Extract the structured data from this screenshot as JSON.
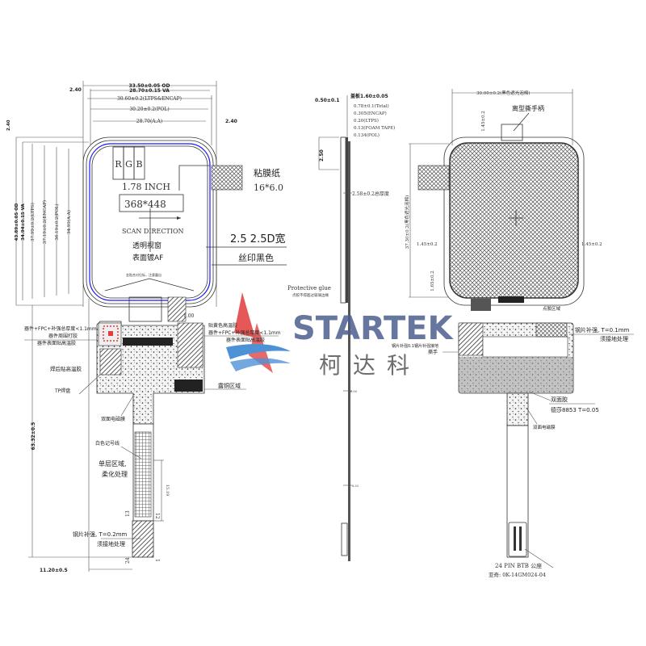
{
  "front_view": {
    "dims_top": [
      "33.50±0.05 OD",
      "28.70±0.15 VA",
      "30.60±0.2(LTPS&ENCAP)",
      "30.20±0.2(POL)",
      "28.70(A.A)"
    ],
    "dim_left_margin": "2.40",
    "dim_right_margin": "2.40",
    "dims_left": [
      "43.89±0.05 OD",
      "34.94±0.15 VA",
      "37.99±0.2(LTPS)",
      "37.19±0.2(ENCAP)",
      "36.19±0.2(POL)",
      "34.91(A.A)"
    ],
    "dim_left_top": "2.40",
    "rgb": [
      "R",
      "G",
      "B"
    ],
    "size": "1.78 INCH",
    "resolution": "368*448",
    "scan": "SCAN DIRECTION",
    "window_1": "透明视窗",
    "window_2": "表面镀AF",
    "bottom_note": "金贴合对位标，注意露出",
    "tab_label": "粘膜纸",
    "tab_size": "16*6.0",
    "edge_width": "2.5 2.5D宽",
    "silk": "丝印黑色"
  },
  "fpc_front": {
    "dim_100": "1.00",
    "l1": "器件+FPC+补强总厚度<1.1mm",
    "l2": "器件周围打胶",
    "l3": "器件表面贴高温胶",
    "l4": "焊后贴高温胶",
    "l5": "TP焊盘",
    "r1": "贴黄色高温胶",
    "r2": "器件+FPC+补强总厚度<1.1mm",
    "r3": "器件表面贴高温胶",
    "r4": "露铜区域",
    "m1": "双面电磁膜",
    "m2": "白色记号线",
    "m3": "单层区域,",
    "m4": "柔化处理",
    "dim_1519": "15.19",
    "pin13": "13",
    "pin12": "12",
    "pin24": "24",
    "pin1": "1",
    "c1": "钢片补强, T=0.2mm",
    "c2": "须接地处理",
    "dim_height": "63.32±0.5",
    "dim_bottom": "11.20±0.5"
  },
  "side_view": {
    "d1": "0.50±0.1",
    "d2": "盖板1.60±0.05",
    "d3": "0.78±0.1(Total)",
    "d4": "0.305(ENCAP)",
    "d5": "0.20(LTPS)",
    "d6": "0.13(FOAM TAPE)",
    "d7": "0.134(POL)",
    "d8": "2.50",
    "d9": "2.58±0.2总厚度",
    "glue": "Protective glue",
    "glue_note": "点胶不得超过玻璃边缘",
    "d10": "6.00",
    "d11": "8.33"
  },
  "back_view": {
    "width": "30.00±0.2(黑色遮光泡棉)",
    "handle": "离型撕手柄",
    "top": "1.45±0.2",
    "height": "37.30±0.2(黑色遮光泡棉)",
    "left": "1.45±0.2",
    "right": "1.45±0.2",
    "bottom": "1.65±0.2",
    "glue_area": "点胶区域",
    "steel1": "钢片补强, T=0.1mm",
    "steel2": "须接地处理",
    "steel3": "钢片补强0.1钢片补强接地",
    "tear": "撕手",
    "tape1": "双面胶",
    "tape2": "德莎8853  T=0.05",
    "emi": "双面电磁膜",
    "conn1": "24 PIN BTB 公座",
    "conn2": "亚奇: 0K-14GM024-04"
  },
  "logo": {
    "name": "STARTEK",
    "cn": "柯达科"
  },
  "colors": {
    "line": "#333333",
    "blue": "#1a1aff",
    "red": "#e23b3b",
    "logo": "#4d5f8f"
  }
}
